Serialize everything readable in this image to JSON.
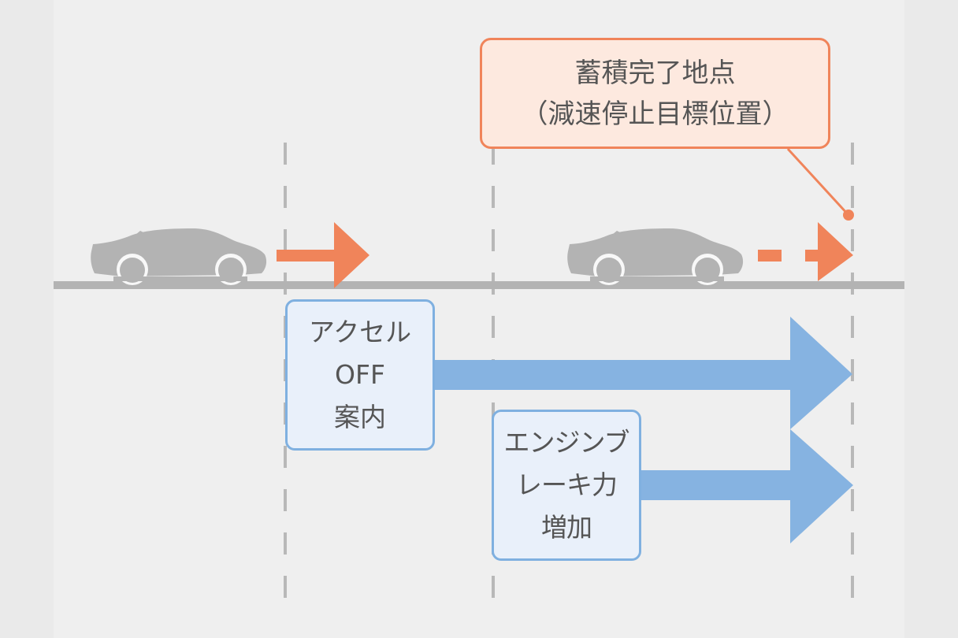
{
  "colors": {
    "outer_background": "#eaeaea",
    "panel_background": "#efefef",
    "road": "#b3b3b3",
    "guide_line": "#b8b8b8",
    "car": "#b3b3b3",
    "accent_orange": "#f0845a",
    "callout_fill": "#fde9df",
    "accent_blue": "#86b3e1",
    "step_fill": "#e9f0fa",
    "text": "#555555"
  },
  "callout": {
    "line1": "蓄積完了地点",
    "line2": "（減速停止目標位置）"
  },
  "steps": [
    {
      "lines": [
        "アクセル",
        "OFF",
        "案内"
      ]
    },
    {
      "lines": [
        "エンジンブ",
        "レーキ力",
        "増加"
      ]
    }
  ],
  "scene": {
    "cars": [
      {
        "name": "car-before-guidance"
      },
      {
        "name": "car-decelerating"
      }
    ],
    "motion_arrows": [
      {
        "style": "solid",
        "meaning": "normal driving"
      },
      {
        "style": "dashed",
        "meaning": "coasting to stop point"
      }
    ],
    "guide_lines": [
      "accelerator-off-point",
      "engine-brake-start-point",
      "stop-target-point"
    ]
  }
}
